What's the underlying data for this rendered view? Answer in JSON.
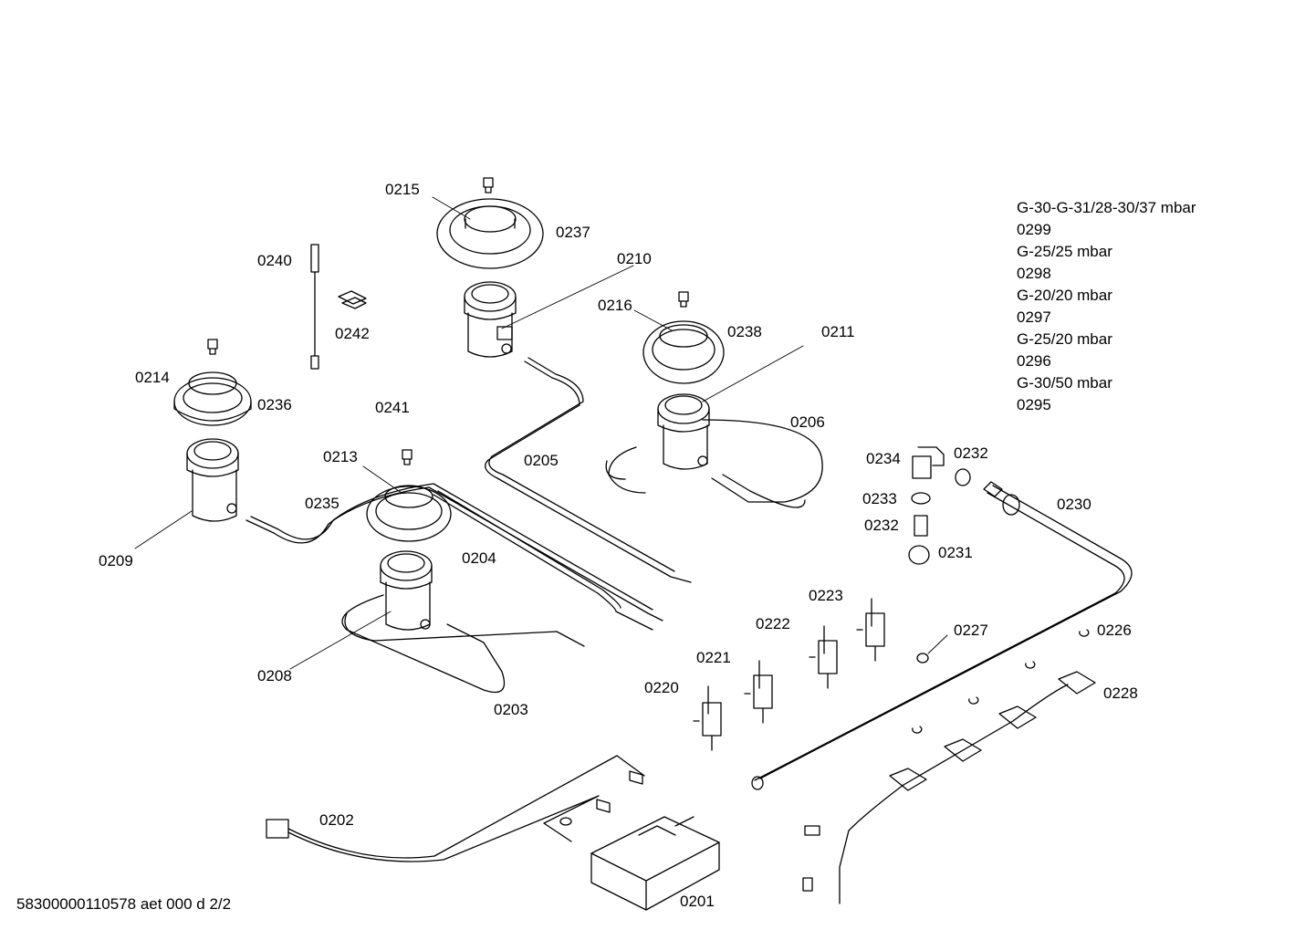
{
  "labels": {
    "p0215": "0215",
    "p0237": "0237",
    "p0240": "0240",
    "p0210": "0210",
    "p0242": "0242",
    "p0216": "0216",
    "p0238": "0238",
    "p0211": "0211",
    "p0214": "0214",
    "p0236": "0236",
    "p0241": "0241",
    "p0206": "0206",
    "p0213": "0213",
    "p0205": "0205",
    "p0234": "0234",
    "p0232a": "0232",
    "p0235": "0235",
    "p0233": "0233",
    "p0230": "0230",
    "p0209": "0209",
    "p0232b": "0232",
    "p0204": "0204",
    "p0231": "0231",
    "p0223": "0223",
    "p0222": "0222",
    "p0227": "0227",
    "p0226": "0226",
    "p0221": "0221",
    "p0208": "0208",
    "p0220": "0220",
    "p0228": "0228",
    "p0203": "0203",
    "p0202": "0202",
    "p0201": "0201"
  },
  "legend": [
    "G-30-G-31/28-30/37 mbar",
    "0299",
    "G-25/25 mbar",
    "0298",
    "G-20/20 mbar",
    "0297",
    "G-25/20 mbar",
    "0296",
    "G-30/50 mbar",
    "0295"
  ],
  "footer": "58300000110578 aet 000 d 2/2"
}
